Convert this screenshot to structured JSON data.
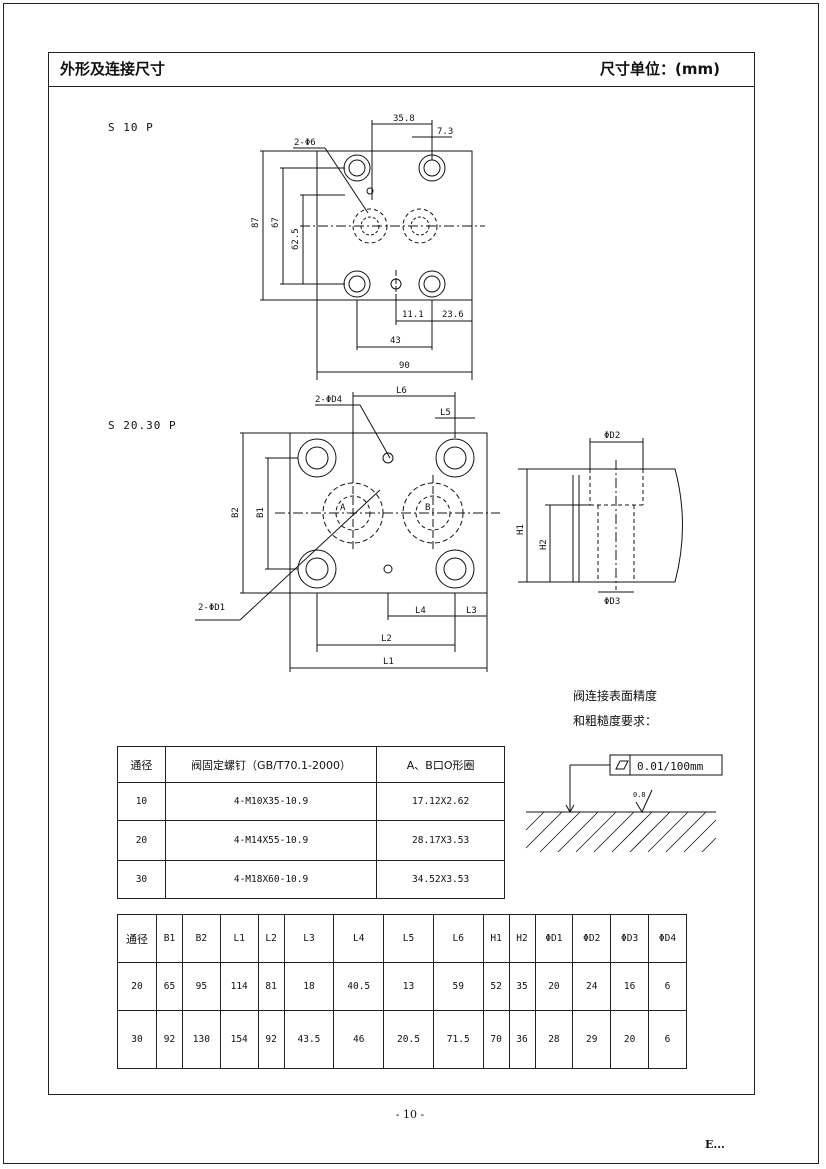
{
  "header": {
    "title": "外形及连接尺寸",
    "unit": "尺寸单位：(mm)"
  },
  "s10": {
    "label": "S 10 P",
    "dims": {
      "d1": "35.8",
      "d2": "7.3",
      "hole": "2-Φ6",
      "v87": "87",
      "v67": "67",
      "v625": "62.5",
      "h111": "11.1",
      "h236": "23.6",
      "h43": "43",
      "h90": "90"
    }
  },
  "s2030": {
    "label": "S 20.30 P",
    "dims": {
      "L6": "L6",
      "L5": "L5",
      "D4": "2-ΦD4",
      "B2": "B2",
      "B1": "B1",
      "A": "A",
      "B": "B",
      "D1": "2-ΦD1",
      "L4": "L4",
      "L3": "L3",
      "L2": "L2",
      "L1": "L1"
    }
  },
  "section": {
    "D2": "ΦD2",
    "H1": "H1",
    "H2": "H2",
    "D3": "ΦD3"
  },
  "surface": {
    "line1": "阀连接表面精度",
    "line2": "和粗糙度要求：",
    "flatness": "0.01/100mm",
    "roughness": "0.8"
  },
  "table1": {
    "headers": [
      "通径",
      "阀固定螺钉（GB/T70.1-2000）",
      "A、B口O形圈"
    ],
    "rows": [
      [
        "10",
        "4-M10X35-10.9",
        "17.12X2.62"
      ],
      [
        "20",
        "4-M14X55-10.9",
        "28.17X3.53"
      ],
      [
        "30",
        "4-M18X60-10.9",
        "34.52X3.53"
      ]
    ]
  },
  "table2": {
    "headers": [
      "通径",
      "B1",
      "B2",
      "L1",
      "L2",
      "L3",
      "L4",
      "L5",
      "L6",
      "H1",
      "H2",
      "ΦD1",
      "ΦD2",
      "ΦD3",
      "ΦD4"
    ],
    "rows": [
      [
        "20",
        "65",
        "95",
        "114",
        "81",
        "18",
        "40.5",
        "13",
        "59",
        "52",
        "35",
        "20",
        "24",
        "16",
        "6"
      ],
      [
        "30",
        "92",
        "130",
        "154",
        "92",
        "43.5",
        "46",
        "20.5",
        "71.5",
        "70",
        "36",
        "28",
        "29",
        "20",
        "6"
      ]
    ]
  },
  "footer": {
    "page": "- 10 -",
    "mark": "E..."
  }
}
